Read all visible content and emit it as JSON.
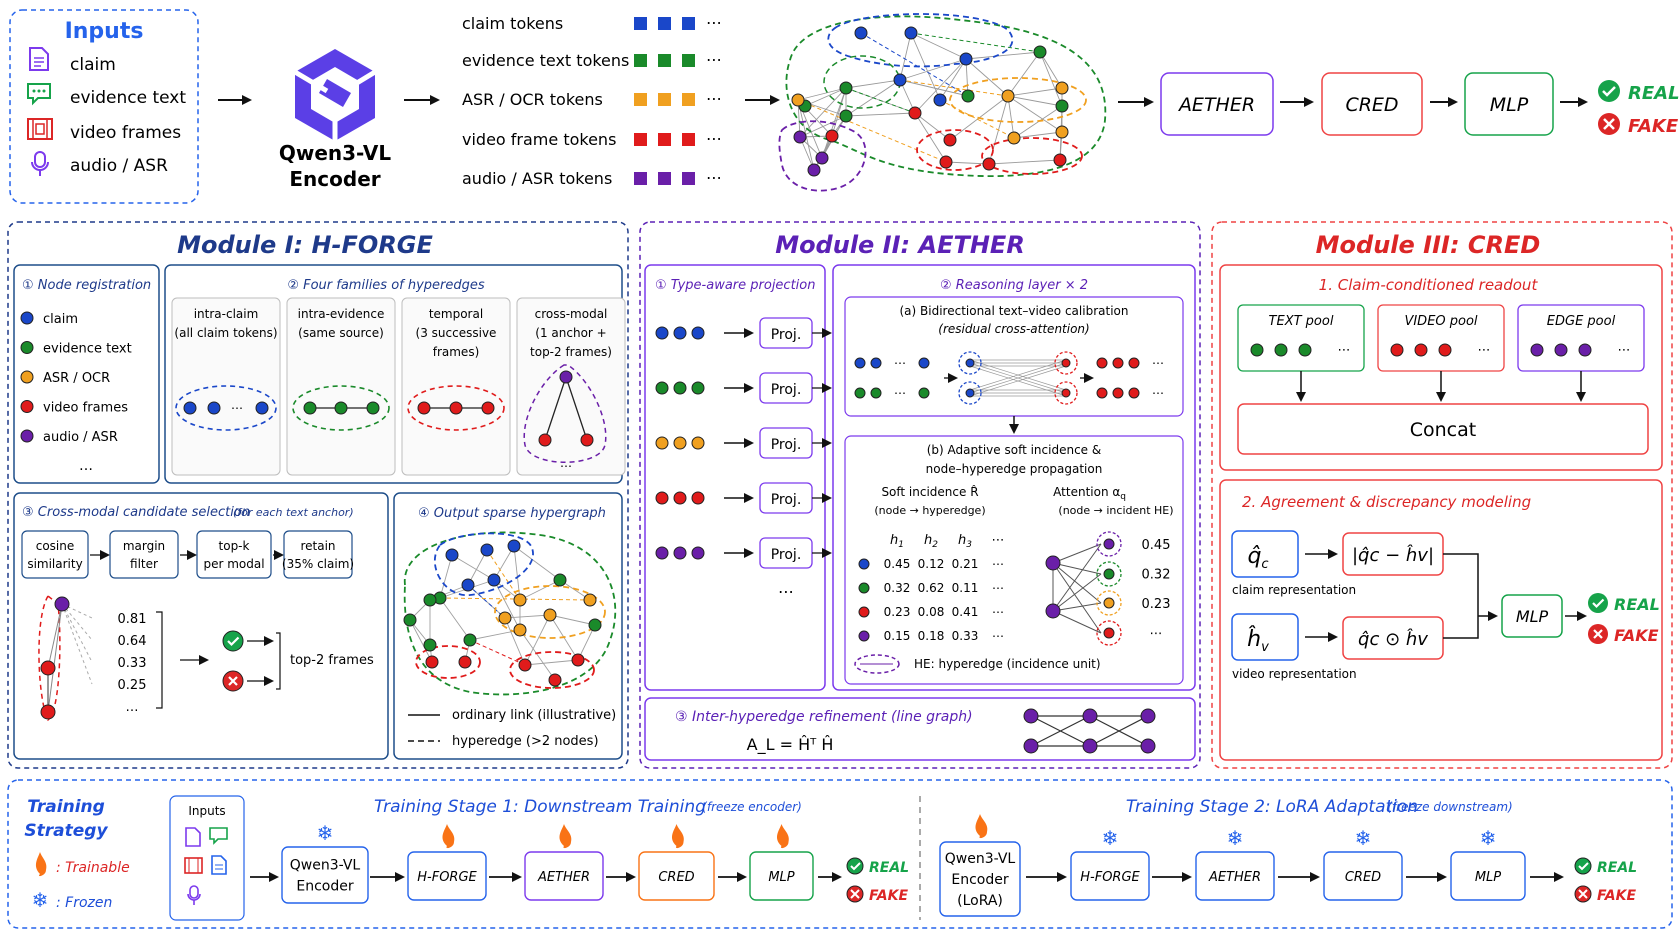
{
  "colors": {
    "claim": "#1a47c9",
    "evidence": "#1a8a2a",
    "asr": "#f0a020",
    "video": "#e01b1b",
    "audio": "#6a1fa8",
    "blue_frame": "#2563eb",
    "navy": "#1e3a8a",
    "purple_frame": "#7c3aed",
    "red_frame": "#ef4444",
    "green_frame": "#16a34a"
  },
  "inputs": {
    "title": "Inputs",
    "items": [
      {
        "icon": "document-icon",
        "label": "claim"
      },
      {
        "icon": "chat-bubble-icon",
        "label": "evidence text"
      },
      {
        "icon": "film-icon",
        "label": "video frames"
      },
      {
        "icon": "microphone-icon",
        "label": "audio / ASR"
      }
    ]
  },
  "encoder": {
    "line1": "Qwen3-VL",
    "line2": "Encoder"
  },
  "tokens": [
    {
      "label": "claim tokens",
      "color": "claim"
    },
    {
      "label": "evidence text tokens",
      "color": "evidence"
    },
    {
      "label": "ASR / OCR tokens",
      "color": "asr"
    },
    {
      "label": "video frame tokens",
      "color": "video"
    },
    {
      "label": "audio / ASR tokens",
      "color": "audio"
    }
  ],
  "ellipsis": "⋯",
  "pipeline": {
    "aether": "AETHER",
    "cred": "CRED",
    "mlp": "MLP",
    "real": "REAL",
    "fake": "FAKE"
  },
  "module1": {
    "title": "Module I:  H-FORGE",
    "node_reg": {
      "title": "① Node registration",
      "items": [
        {
          "label": "claim",
          "color": "claim"
        },
        {
          "label": "evidence text",
          "color": "evidence"
        },
        {
          "label": "ASR / OCR",
          "color": "asr"
        },
        {
          "label": "video frames",
          "color": "video"
        },
        {
          "label": "audio / ASR",
          "color": "audio"
        }
      ],
      "more": "…"
    },
    "families": {
      "title": "② Four families of hyperedges",
      "items": [
        {
          "line1": "intra-claim",
          "line2": "(all claim tokens)",
          "line3": ""
        },
        {
          "line1": "intra-evidence",
          "line2": "(same source)",
          "line3": ""
        },
        {
          "line1": "temporal",
          "line2": "(3 successive",
          "line3": "frames)"
        },
        {
          "line1": "cross-modal",
          "line2": "(1 anchor +",
          "line3": "top-2 frames)"
        }
      ]
    },
    "candidate": {
      "title": "③ Cross-modal candidate selection",
      "subtitle": "(for each text anchor)",
      "steps": [
        {
          "line1": "cosine",
          "line2": "similarity"
        },
        {
          "line1": "margin",
          "line2": "filter"
        },
        {
          "line1": "top-k",
          "line2": "per modal"
        },
        {
          "line1": "retain",
          "line2": "(35% claim)"
        }
      ],
      "scores": [
        "0.81",
        "0.64",
        "0.33",
        "0.25",
        "…"
      ],
      "result": "top-2 frames"
    },
    "output": {
      "title": "④ Output sparse hypergraph",
      "legend_solid": "ordinary link (illustrative)",
      "legend_dashed": "hyperedge (>2 nodes)"
    }
  },
  "module2": {
    "title": "Module II:  AETHER",
    "projection": {
      "title": "① Type-aware projection",
      "proj": "Proj.",
      "more": "⋯"
    },
    "reasoning": {
      "title": "② Reasoning layer × 2",
      "a_line1": "(a) Bidirectional text–video calibration",
      "a_line2": "(residual cross-attention)",
      "b_line1": "(b) Adaptive soft incidence &",
      "b_line2": "node–hyperedge propagation",
      "soft_title": "Soft incidence R̂",
      "soft_sub": "(node → hyperedge)",
      "att_title": "Attention α",
      "att_sub_letter": "q",
      "att_sub": "(node → incident HE)",
      "cols": [
        "h",
        "h",
        "h",
        "⋯"
      ],
      "col_subs": [
        "1",
        "2",
        "3",
        ""
      ],
      "rows": [
        {
          "color": "claim",
          "values": [
            "0.45",
            "0.12",
            "0.21",
            "⋯"
          ]
        },
        {
          "color": "evidence",
          "values": [
            "0.32",
            "0.62",
            "0.11",
            "⋯"
          ]
        },
        {
          "color": "video",
          "values": [
            "0.23",
            "0.08",
            "0.41",
            "⋯"
          ]
        },
        {
          "color": "audio",
          "values": [
            "0.15",
            "0.18",
            "0.33",
            "⋯"
          ]
        }
      ],
      "att_values": [
        "0.45",
        "0.32",
        "0.23",
        "⋯"
      ],
      "he_legend": "HE: hyperedge (incidence unit)"
    },
    "refine": {
      "title": "③ Inter-hyperedge refinement (line graph)",
      "formula": "A_L = Ĥᵀ Ĥ"
    }
  },
  "module3": {
    "title": "Module III:  CRED",
    "readout_title": "1. Claim-conditioned readout",
    "pools": [
      {
        "label": "TEXT pool",
        "color": "evidence"
      },
      {
        "label": "VIDEO pool",
        "color": "video"
      },
      {
        "label": "EDGE pool",
        "color": "audio"
      }
    ],
    "concat": "Concat",
    "agreement_title": "2. Agreement & discrepancy modeling",
    "qc": "q̂",
    "qc_sub": "c",
    "hv": "ĥ",
    "hv_sub": "v",
    "claim_rep": "claim representation",
    "video_rep": "video representation",
    "abs_diff": "|q̂c − ĥv|",
    "hadamard": "q̂c ⊙ ĥv",
    "mlp": "MLP",
    "real": "REAL",
    "fake": "FAKE"
  },
  "training": {
    "title_line1": "Training",
    "title_line2": "Strategy",
    "trainable": ": Trainable",
    "frozen": ": Frozen",
    "inputs_label": "Inputs",
    "stage1_title": "Training Stage 1:  Downstream Training",
    "stage1_note": "(freeze encoder)",
    "stage2_title": "Training Stage 2:  LoRA Adaptation",
    "stage2_note": "(freeze downstream)",
    "s1_encoder_line1": "Qwen3-VL",
    "s1_encoder_line2": "Encoder",
    "s2_encoder_line1": "Qwen3-VL",
    "s2_encoder_line2": "Encoder",
    "s2_encoder_line3": "(LoRA)",
    "hforge": "H-FORGE",
    "aether": "AETHER",
    "cred": "CRED",
    "mlp": "MLP",
    "real": "REAL",
    "fake": "FAKE"
  }
}
